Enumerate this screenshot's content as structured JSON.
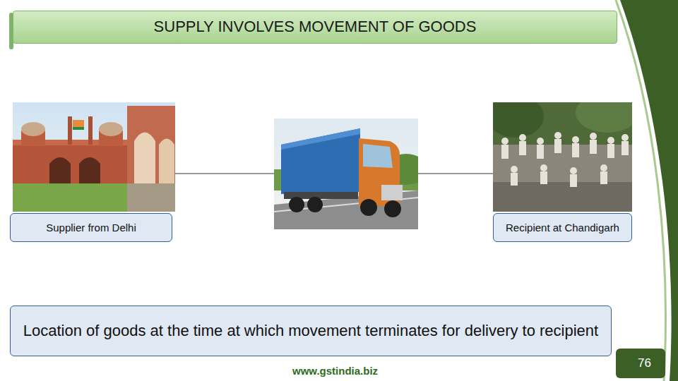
{
  "diagram": {
    "title": "SUPPLY INVOLVES MOVEMENT OF GOODS",
    "nodes": [
      {
        "text": [
          "Supplier from Delhi"
        ]
      },
      {
        "text": [
          "Recipient at Chandigarh"
        ]
      },
      {
        "text": [
          "Location of goods at the time at which movement terminates for delivery to recipient"
        ]
      }
    ],
    "labels": [
      "www.gstindia.biz",
      "76"
    ]
  }
}
